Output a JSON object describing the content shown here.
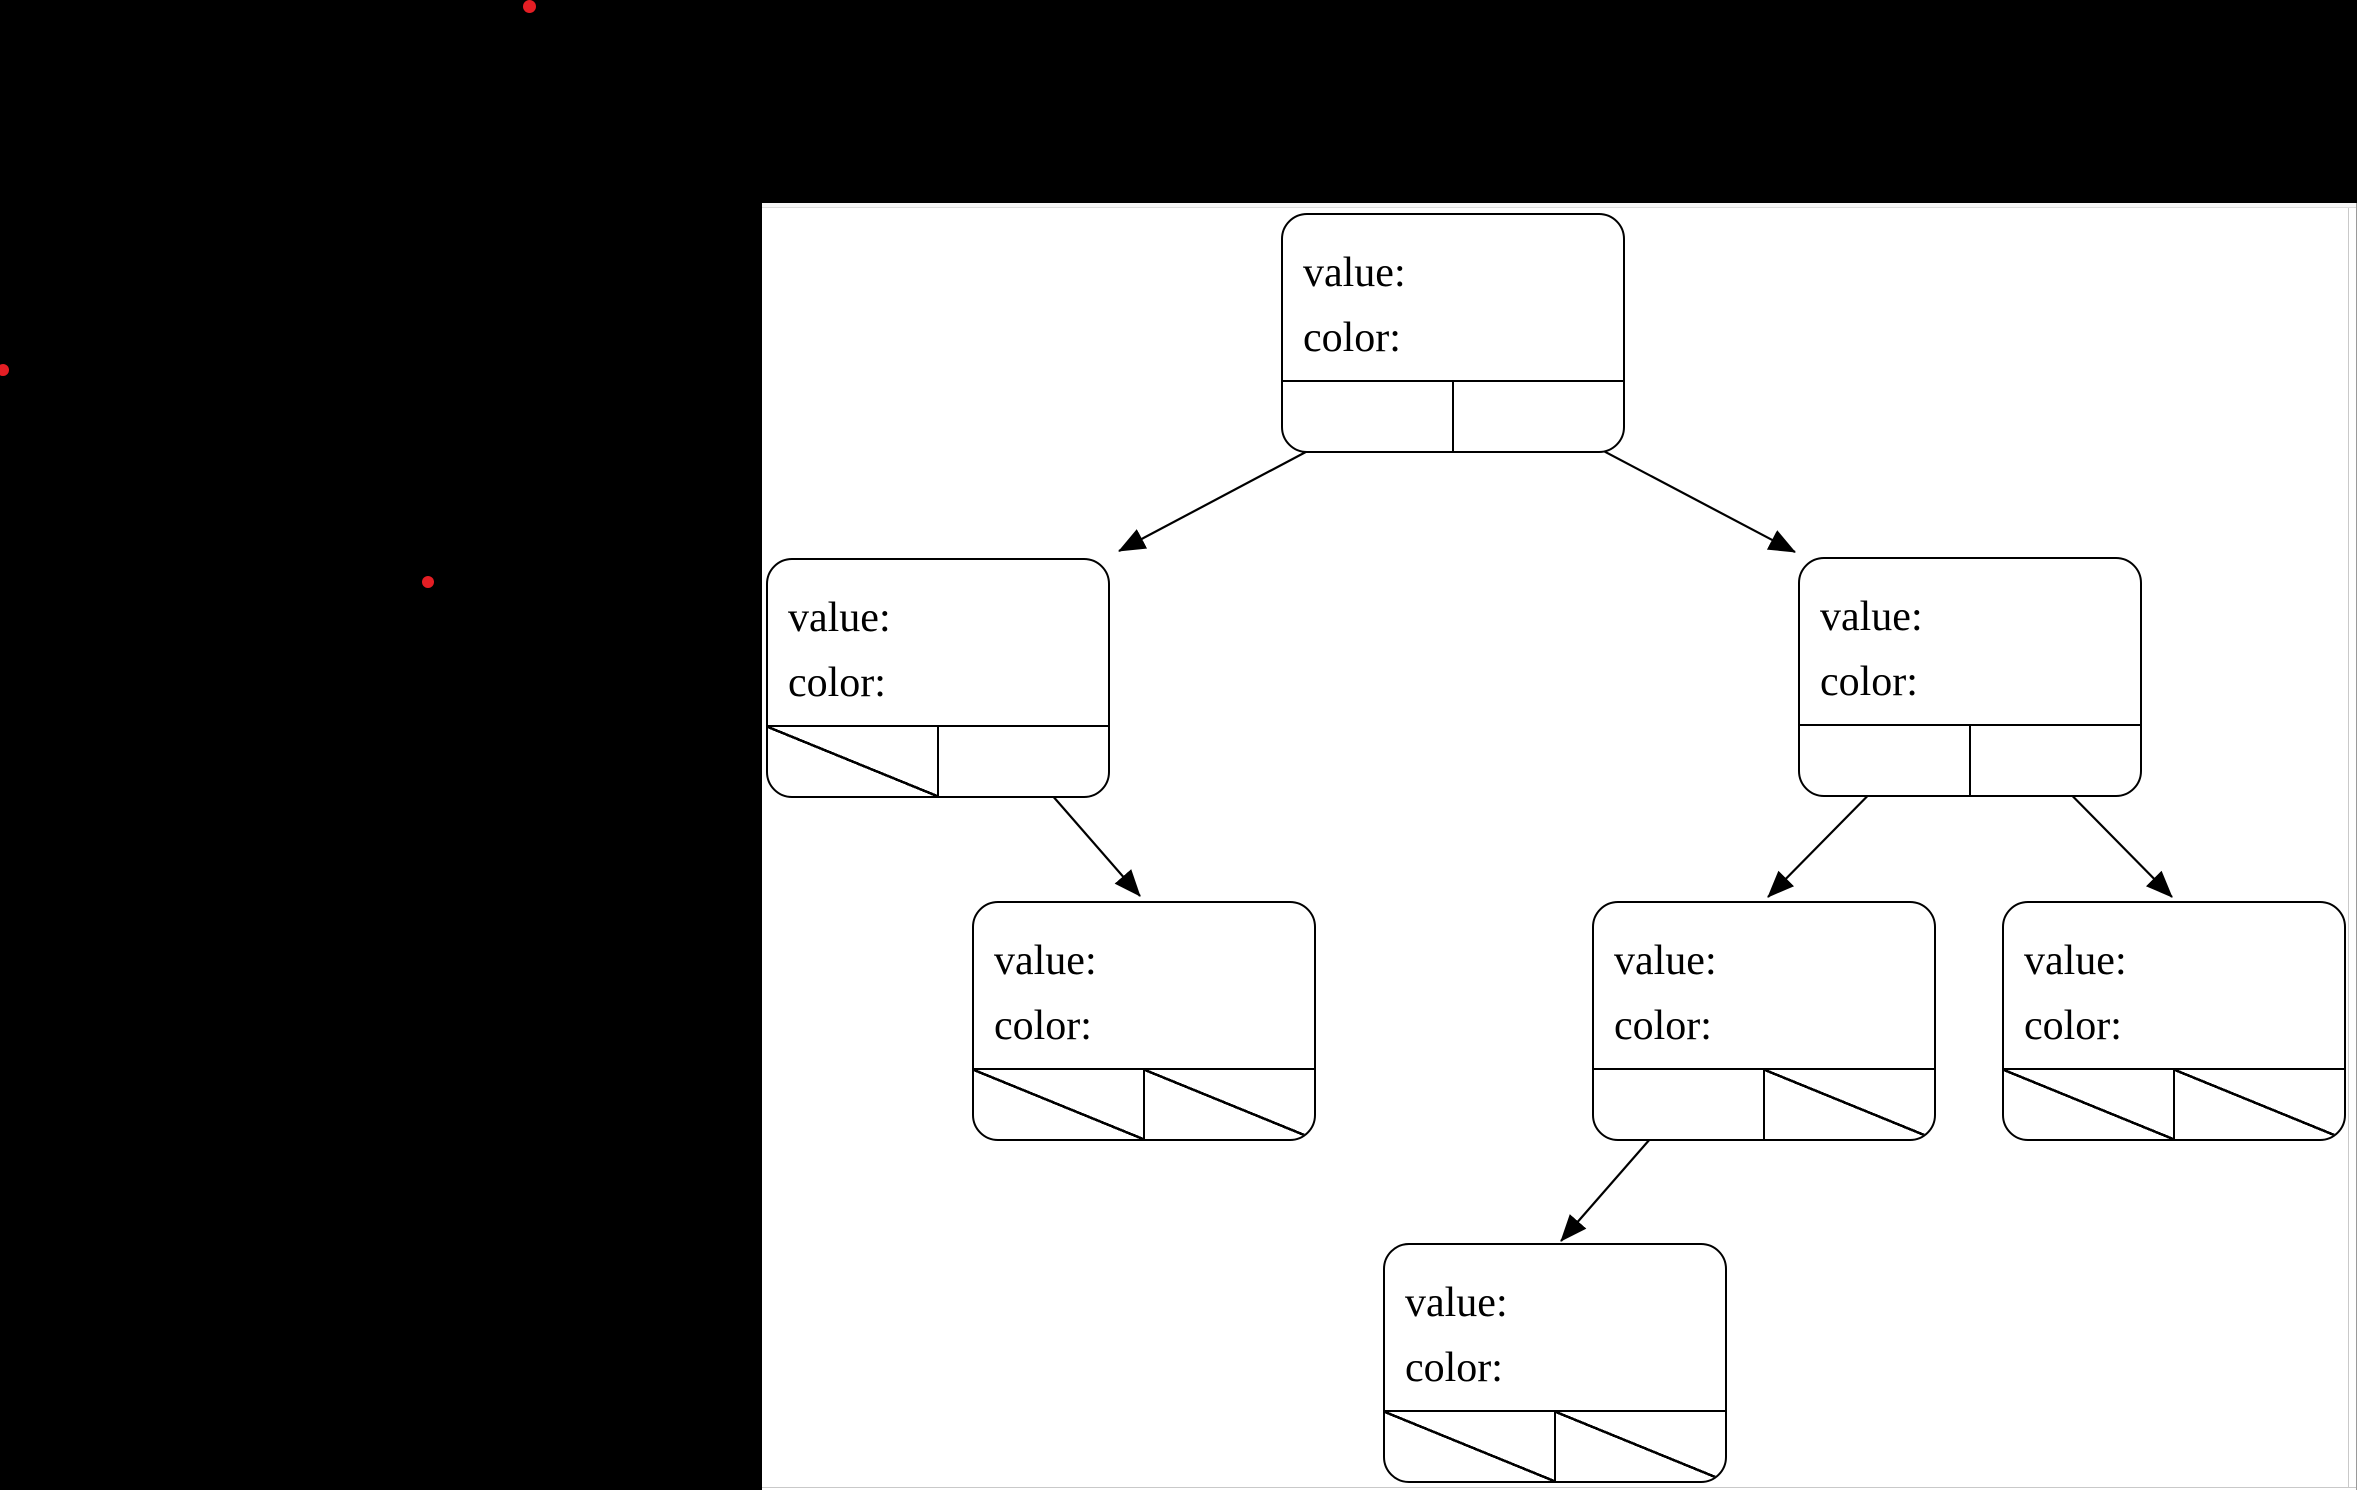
{
  "colors": {
    "screen_bg": "#000000",
    "panel_bg": "#ffffff",
    "line_color": "#000000",
    "red_dot": "#e41e24"
  },
  "window": {
    "kind": "document-viewer-page",
    "content": "binary tree node diagram"
  },
  "diagram": {
    "type": "binary-tree-node-diagram",
    "nodes": [
      {
        "name": "root",
        "value_label": "value:",
        "color_label": "color:",
        "left_pointer": "arrow-to-child",
        "right_pointer": "arrow-to-child"
      },
      {
        "name": "left-child",
        "value_label": "value:",
        "color_label": "color:",
        "left_pointer": "null-slash",
        "right_pointer": "arrow-to-child"
      },
      {
        "name": "right-child",
        "value_label": "value:",
        "color_label": "color:",
        "left_pointer": "arrow-to-child",
        "right_pointer": "arrow-to-child"
      },
      {
        "name": "left-child-right-child",
        "value_label": "value:",
        "color_label": "color:",
        "left_pointer": "null-slash",
        "right_pointer": "null-slash"
      },
      {
        "name": "right-child-left-child",
        "value_label": "value:",
        "color_label": "color:",
        "left_pointer": "arrow-to-child",
        "right_pointer": "null-slash"
      },
      {
        "name": "right-child-right-child",
        "value_label": "value:",
        "color_label": "color:",
        "left_pointer": "null-slash",
        "right_pointer": "null-slash"
      },
      {
        "name": "bottom-node",
        "value_label": "value:",
        "color_label": "color:",
        "left_pointer": "null-slash",
        "right_pointer": "null-slash"
      }
    ],
    "edges": [
      {
        "from": "root.left-pointer",
        "to": "left-child"
      },
      {
        "from": "root.right-pointer",
        "to": "right-child"
      },
      {
        "from": "left-child.right-pointer",
        "to": "left-child-right-child"
      },
      {
        "from": "right-child.left-pointer",
        "to": "right-child-left-child"
      },
      {
        "from": "right-child.right-pointer",
        "to": "right-child-right-child"
      },
      {
        "from": "right-child-left-child.left-pointer",
        "to": "bottom-node"
      }
    ]
  },
  "pointer_marks": {
    "count": 3,
    "color": "#e41e24"
  }
}
